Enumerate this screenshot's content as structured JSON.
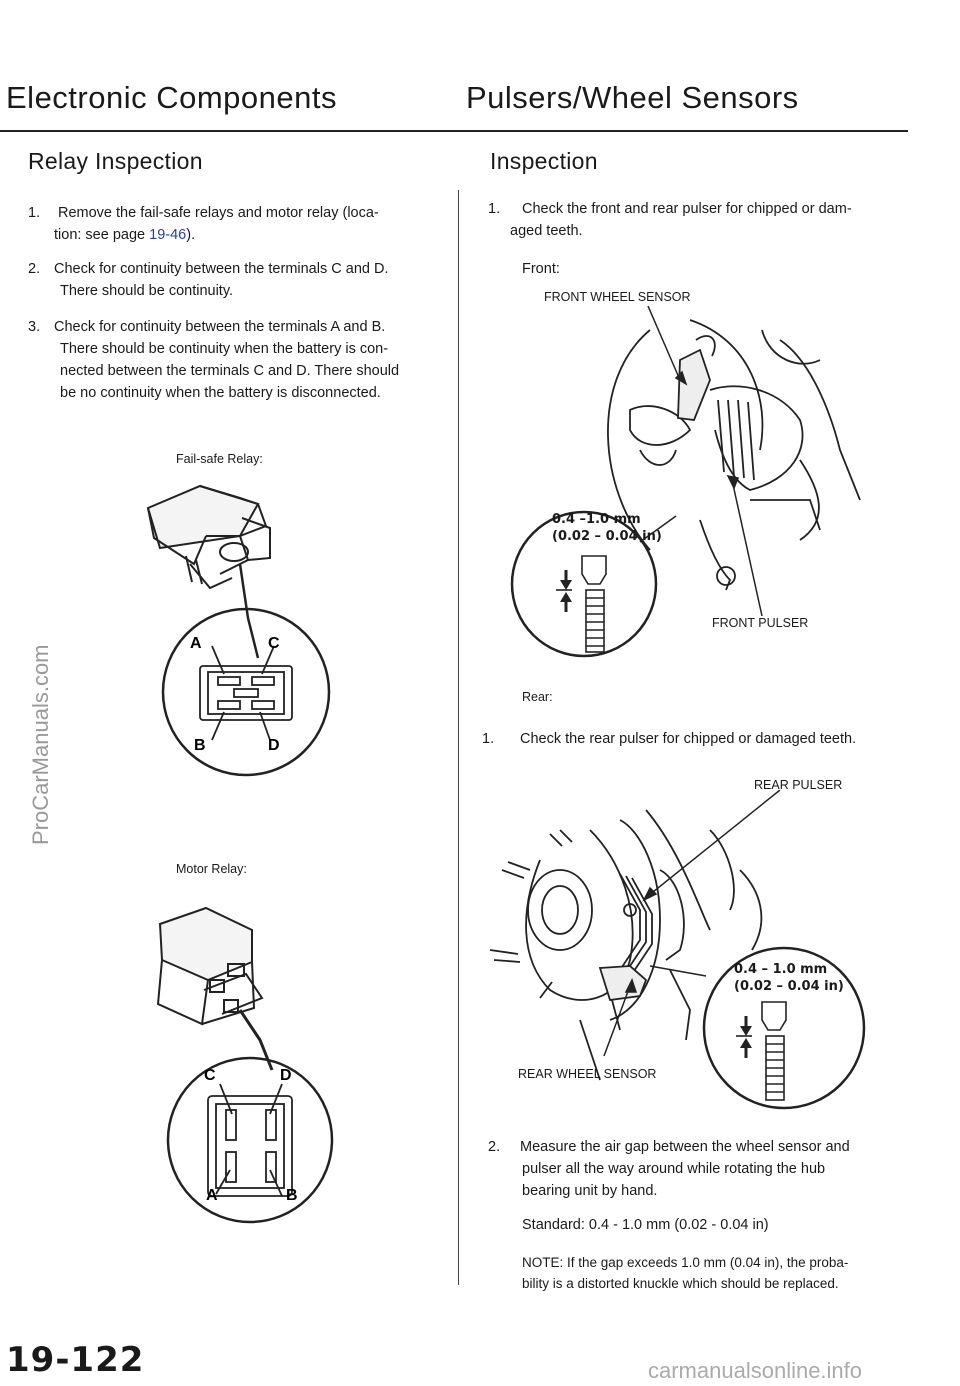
{
  "header": {
    "left_title": "Electronic Components",
    "right_title": "Pulsers/Wheel Sensors"
  },
  "relay": {
    "heading": "Relay Inspection",
    "steps": [
      {
        "num": "1.",
        "line1": "Remove the fail-safe relays and motor relay (loca-",
        "line2_pre": "tion: see page ",
        "link": "19-46",
        "line2_post": ")."
      },
      {
        "num": "2.",
        "line1": "Check for continuity between the terminals C and D.",
        "line2": "There should be continuity."
      },
      {
        "num": "3.",
        "line1": "Check for continuity between the terminals A and B.",
        "line2": "There should be continuity when the battery is con-",
        "line3": "nected between the terminals C and D. There should",
        "line4": "be no continuity when the battery is disconnected."
      }
    ],
    "failsafe_label": "Fail-safe Relay:",
    "failsafe_terminals": {
      "a": "A",
      "b": "B",
      "c": "C",
      "d": "D"
    },
    "motor_label": "Motor Relay:",
    "motor_terminals": {
      "a": "A",
      "b": "B",
      "c": "C",
      "d": "D"
    }
  },
  "inspection": {
    "heading": "Inspection",
    "step1_num": "1.",
    "step1_line1": "Check the front and rear pulser for chipped or dam-",
    "step1_line2": "aged teeth.",
    "front_label": "Front:",
    "front_wheel_sensor": "FRONT WHEEL SENSOR",
    "front_gap_mm": "0.4 –1.0 mm",
    "front_gap_in": "(0.02 – 0.04 in)",
    "front_pulser": "FRONT PULSER",
    "rear_label": "Rear:",
    "rear_step_num": "1.",
    "rear_step": "Check the rear pulser for chipped or damaged teeth.",
    "rear_pulser": "REAR PULSER",
    "rear_gap_mm": "0.4 – 1.0 mm",
    "rear_gap_in": "(0.02 – 0.04 in)",
    "rear_wheel_sensor": "REAR WHEEL SENSOR",
    "step2_num": "2.",
    "step2_line1": "Measure the air gap between the wheel sensor and",
    "step2_line2": "pulser all the way around while rotating the hub",
    "step2_line3": "bearing unit by hand.",
    "standard": "Standard: 0.4 - 1.0 mm (0.02 - 0.04 in)",
    "note_line1": "NOTE: If the gap exceeds 1.0 mm (0.04 in), the proba-",
    "note_line2": "bility is a distorted knuckle which should be replaced."
  },
  "page_number": "19-122",
  "watermark": "ProCarManuals.com",
  "footer_link": "carmanualsonline.info"
}
